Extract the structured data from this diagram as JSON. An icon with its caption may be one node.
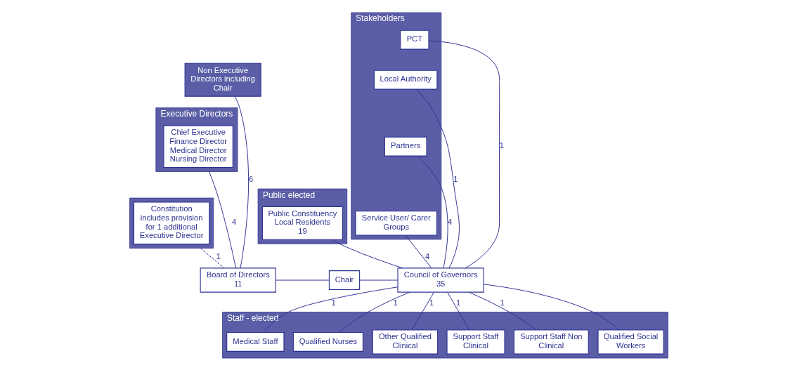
{
  "diagram": {
    "nodes": [
      {
        "text": [
          "Non Executive Directors including Chair"
        ]
      },
      {
        "text": [
          "Executive Directors"
        ]
      },
      {
        "text": [
          "Chief Executive",
          "Finance Director Medical Director Nursing Director"
        ],
        "in": 1
      },
      {
        "text": [],
        "shape": "box"
      },
      {
        "text": [
          "Constitution includes provision for 1 additional Executive Director"
        ],
        "in": 3
      },
      {
        "text": [
          "Board of Directors 11"
        ]
      },
      {
        "text": [
          "Chair"
        ]
      },
      {
        "text": [
          "Council of Governors 35"
        ]
      },
      {
        "text": [
          "Public elected"
        ]
      },
      {
        "text": [
          "Public Constituency Local Residents",
          "19"
        ],
        "in": 8
      },
      {
        "text": [
          "Stakeholders"
        ]
      },
      {
        "text": [
          "PCT"
        ],
        "in": 10
      },
      {
        "text": [
          "Local Authority"
        ],
        "in": 10
      },
      {
        "text": [
          "Partners"
        ],
        "in": 10
      },
      {
        "text": [
          "Service User/ Carer Groups"
        ],
        "in": 10
      },
      {
        "text": [
          "Staff - elected"
        ]
      },
      {
        "text": [
          "Medical Staff"
        ],
        "in": 15
      },
      {
        "text": [
          "Qualified Nurses"
        ],
        "in": 15
      },
      {
        "text": [
          "Other Qualified Clinical"
        ],
        "in": 15
      },
      {
        "text": [
          "Support Staff Clinical"
        ],
        "in": 15
      },
      {
        "text": [
          "Support Staff Non Clinical"
        ],
        "in": 15
      },
      {
        "text": [
          "Qualified Social Workers"
        ],
        "in": 15
      }
    ],
    "edges": [
      {
        "from": 0,
        "to": 5,
        "arrow": "none",
        "label": "6"
      },
      {
        "from": 1,
        "to": 5,
        "arrow": "none",
        "label": "4"
      },
      {
        "from": 3,
        "to": 5,
        "arrow": "none",
        "label": "1",
        "style": "dashed"
      },
      {
        "from": 5,
        "to": 6,
        "arrow": "none"
      },
      {
        "from": 6,
        "to": 7,
        "arrow": "none"
      },
      {
        "from": 9,
        "to": 7,
        "arrow": "none"
      },
      {
        "from": 11,
        "to": 7,
        "arrow": "none",
        "label": "1"
      },
      {
        "from": 12,
        "to": 7,
        "arrow": "none",
        "label": "1"
      },
      {
        "from": 13,
        "to": 7,
        "arrow": "none",
        "label": "4"
      },
      {
        "from": 14,
        "to": 7,
        "arrow": "none",
        "label": "4"
      },
      {
        "from": 7,
        "to": 16,
        "arrow": "none",
        "label": "1"
      },
      {
        "from": 7,
        "to": 17,
        "arrow": "none",
        "label": "1"
      },
      {
        "from": 7,
        "to": 18,
        "arrow": "none",
        "label": "1"
      },
      {
        "from": 7,
        "to": 19,
        "arrow": "none",
        "label": "1"
      },
      {
        "from": 7,
        "to": 20,
        "arrow": "none",
        "label": "1"
      },
      {
        "from": 7,
        "to": 21,
        "arrow": "none"
      }
    ]
  }
}
